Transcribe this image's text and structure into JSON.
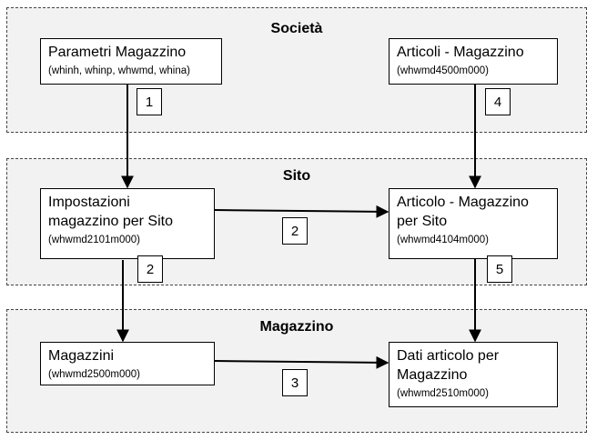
{
  "regions": {
    "societa": "Società",
    "sito": "Sito",
    "magazzino": "Magazzino"
  },
  "boxes": {
    "parametri": {
      "title": "Parametri Magazzino",
      "code": "(whinh, whinp, whwmd, whina)"
    },
    "articoli": {
      "title": "Articoli - Magazzino",
      "code": "(whwmd4500m000)"
    },
    "impostazioni": {
      "title": "Impostazioni\nmagazzino per Sito",
      "code": "(whwmd2101m000)"
    },
    "articolo_sito": {
      "title": "Articolo - Magazzino\nper Sito",
      "code": "(whwmd4104m000)"
    },
    "magazzini": {
      "title": "Magazzini",
      "code": "(whwmd2500m000)"
    },
    "dati": {
      "title": "Dati articolo per\nMagazzino",
      "code": "(whwmd2510m000)"
    }
  },
  "steps": [
    "1",
    "2",
    "2",
    "3",
    "4",
    "5"
  ]
}
